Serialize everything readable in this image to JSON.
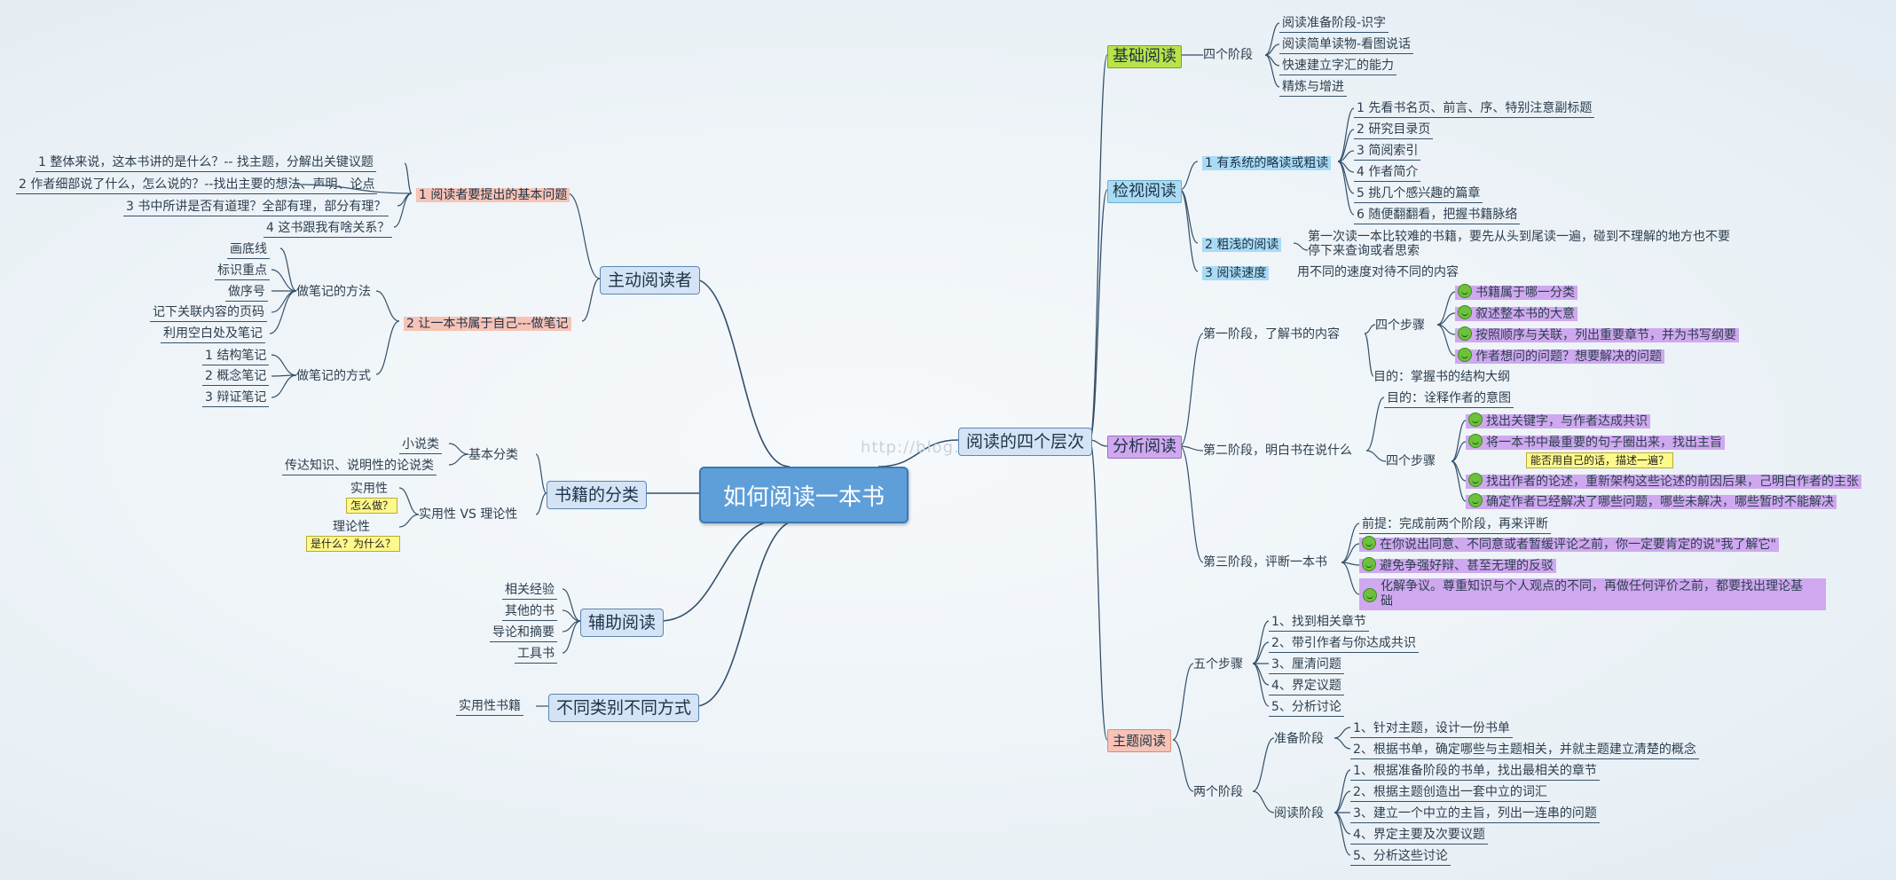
{
  "root": "如何阅读一本书",
  "watermark": "http://blog.",
  "left": {
    "active": {
      "label": "主动阅读者",
      "q": {
        "title": "1 阅读者要提出的基本问题",
        "items": [
          "1 整体来说，这本书讲的是什么？-- 找主题，分解出关键议题",
          "2 作者细部说了什么，怎么说的？--找出主要的想法、声明、论点",
          "3 书中所讲是否有道理？全部有理，部分有理？",
          "4 这书跟我有啥关系？"
        ]
      },
      "notes": {
        "title": "2 让一本书属于自己---做笔记",
        "method": "做笔记的方法",
        "method_items": [
          "画底线",
          "标识重点",
          "做序号",
          "记下关联内容的页码",
          "利用空白处及笔记"
        ],
        "style": "做笔记的方式",
        "style_items": [
          "1 结构笔记",
          "2 概念笔记",
          "3 辩证笔记"
        ]
      }
    },
    "types": {
      "label": "书籍的分类",
      "basic": "基本分类",
      "basic_items": [
        "小说类",
        "传达知识、说明性的论说类"
      ],
      "pt": "实用性 VS 理论性",
      "practical": "实用性",
      "practical_note": "怎么做？",
      "theory": "理论性",
      "theory_note": "是什么？为什么？"
    },
    "aux": {
      "label": "辅助阅读",
      "items": [
        "相关经验",
        "其他的书",
        "导论和摘要",
        "工具书"
      ]
    },
    "diff": {
      "label": "不同类别不同方式",
      "items": [
        "实用性书籍"
      ]
    }
  },
  "right": {
    "label": "阅读的四个层次",
    "basic": {
      "label": "基础阅读",
      "sub": "四个阶段",
      "items": [
        "阅读准备阶段-识字",
        "阅读简单读物-看图说话",
        "快速建立字汇的能力",
        "精炼与增进"
      ]
    },
    "inspect": {
      "label": "检视阅读",
      "s1": "1 有系统的略读或粗读",
      "s1_items": [
        "1 先看书名页、前言、序、特别注意副标题",
        "2 研究目录页",
        "3 简阅索引",
        "4 作者简介",
        "5 挑几个感兴趣的篇章",
        "6 随便翻翻看，把握书籍脉络"
      ],
      "s2": "2 粗浅的阅读",
      "s2_text1": "第一次读一本比较难的书籍，要先从头到尾读一遍，碰到不理解的地方也不要",
      "s2_text2": "停下来查询或者思索",
      "s3": "3 阅读速度",
      "s3_text": "用不同的速度对待不同的内容"
    },
    "analyze": {
      "label": "分析阅读",
      "p1": "第一阶段，了解书的内容",
      "p1_steps": "四个步骤",
      "p1_items": [
        "书籍属于哪一分类",
        "叙述整本书的大意",
        "按照顺序与关联，列出重要章节，并为书写纲要",
        "作者想问的问题？想要解决的问题"
      ],
      "p1_goal": "目的：掌握书的结构大纲",
      "p2": "第二阶段，明白书在说什么",
      "p2_goal": "目的：诠释作者的意图",
      "p2_steps": "四个步骤",
      "p2_items": [
        "找出关键字，与作者达成共识",
        "将一本书中最重要的句子圈出来，找出主旨",
        "找出作者的论述，重新架构这些论述的前因后果，己明白作者的主张",
        "确定作者已经解决了哪些问题，哪些未解决，哪些暂时不能解决"
      ],
      "p2_note": "能否用自己的话，描述一遍？",
      "p3": "第三阶段，评断一本书",
      "p3_pre": "前提：完成前两个阶段，再来评断",
      "p3_items": [
        "在你说出同意、不同意或者暂缓评论之前，你一定要肯定的说\"我了解它\"",
        "避免争强好辩、甚至无理的反驳",
        "化解争议。尊重知识与个人观点的不同，再做任何评价之前，都要找出理论基",
        "础"
      ]
    },
    "topic": {
      "label": "主题阅读",
      "five": "五个步骤",
      "five_items": [
        "1、找到相关章节",
        "2、带引作者与你达成共识",
        "3、厘清问题",
        "4、界定议题",
        "5、分析讨论"
      ],
      "two": "两个阶段",
      "prep": "准备阶段",
      "prep_items": [
        "1、针对主题，设计一份书单",
        "2、根据书单，确定哪些与主题相关，并就主题建立清楚的概念"
      ],
      "read": "阅读阶段",
      "read_items": [
        "1、根据准备阶段的书单，找出最相关的章节",
        "2、根据主题创造出一套中立的词汇",
        "3、建立一个中立的主旨，列出一连串的问题",
        "4、界定主要及次要议题",
        "5、分析这些讨论"
      ]
    },
    "colors": {
      "purple": "#cfa8ef",
      "blue": "#a9dbf4",
      "green": "#b8e34a",
      "pink": "#f7c3b6"
    }
  }
}
